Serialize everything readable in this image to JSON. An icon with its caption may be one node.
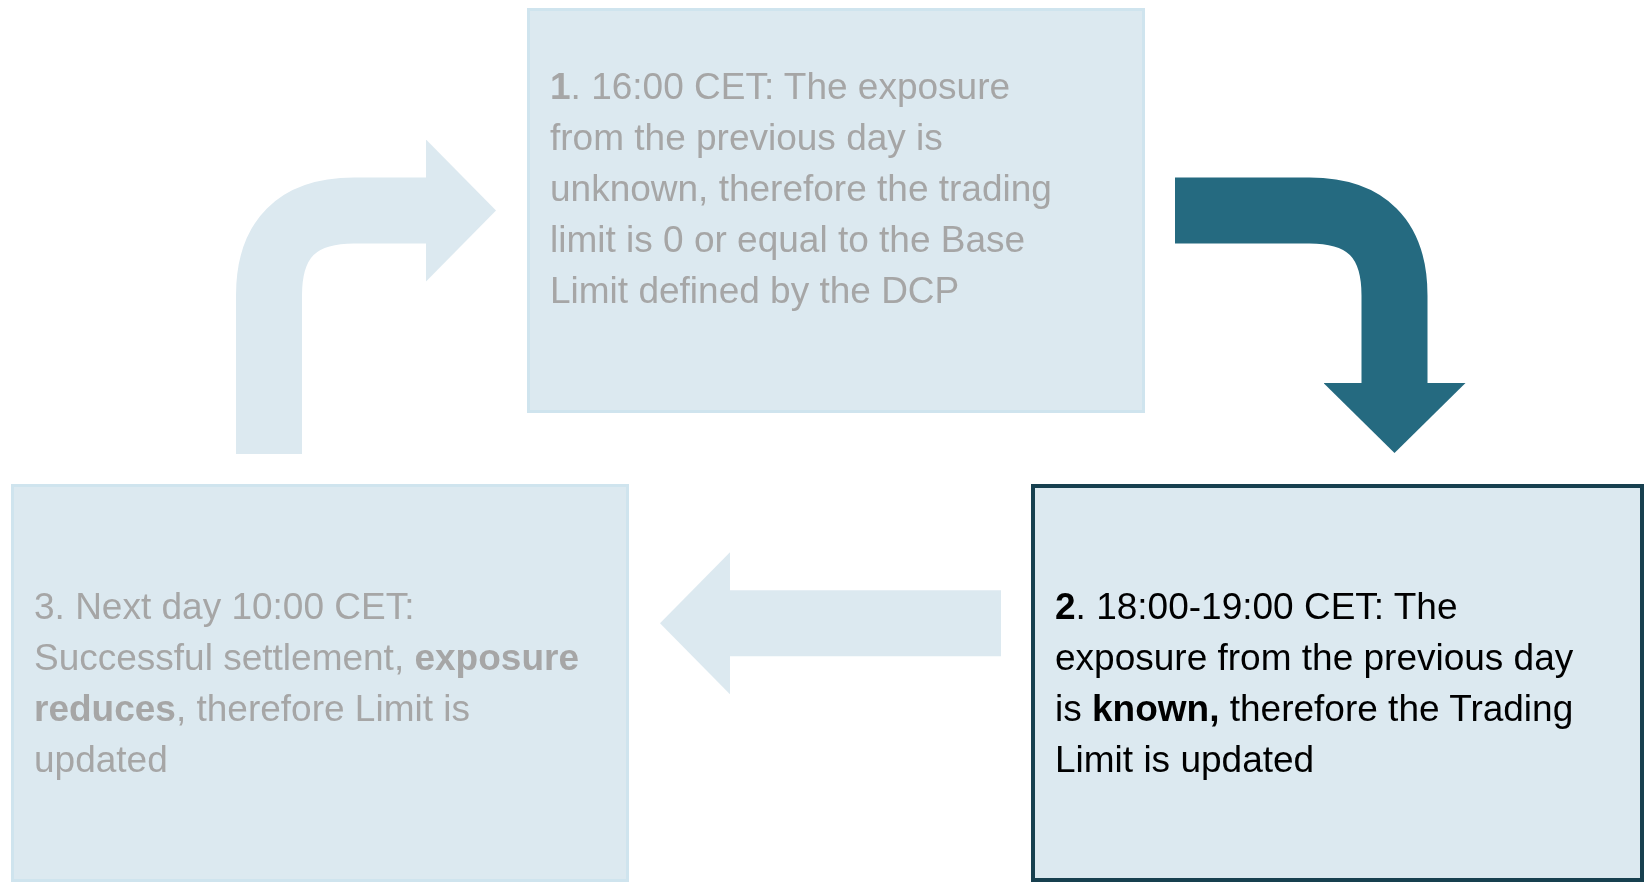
{
  "diagram": {
    "nodes": [
      {
        "text": [
          "**1**. 16:00 CET: The exposure from the previous day is unknown, therefore the trading limit is 0 or equal to the Base Limit defined by the DCP"
        ]
      },
      {
        "text": [
          "**2**. 18:00-19:00 CET: The exposure from the previous day is **known,** therefore the Trading Limit is updated"
        ]
      },
      {
        "text": [
          "3. Next day 10:00 CET: Successful settlement, **exposure reduces**, therefore Limit is updated"
        ]
      }
    ],
    "edges": [
      {
        "from": 0,
        "to": 1,
        "arrow": "to",
        "color": "#256a80"
      },
      {
        "from": 1,
        "to": 2,
        "arrow": "to"
      },
      {
        "from": 2,
        "to": 0,
        "arrow": "to"
      }
    ]
  }
}
